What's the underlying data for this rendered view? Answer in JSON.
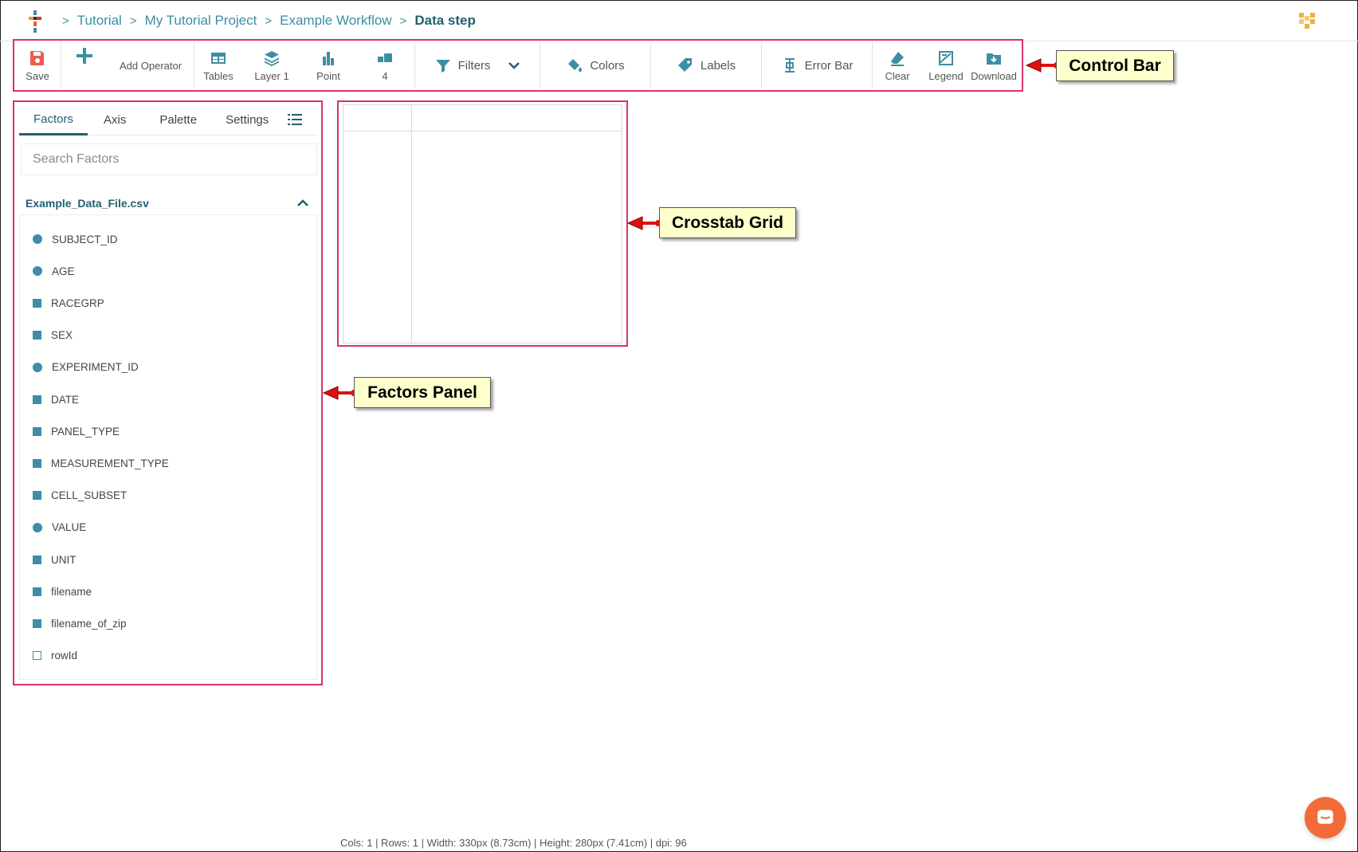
{
  "breadcrumb": {
    "separator": ">",
    "items": [
      "Tutorial",
      "My Tutorial Project",
      "Example Workflow"
    ],
    "current": "Data step"
  },
  "control_bar": {
    "save": "Save",
    "add_operator": "Add Operator",
    "tables": "Tables",
    "layer": "Layer 1",
    "point": "Point",
    "count": "4",
    "filters": "Filters",
    "colors": "Colors",
    "labels": "Labels",
    "error_bar": "Error Bar",
    "clear": "Clear",
    "legend": "Legend",
    "download": "Download"
  },
  "factors_panel": {
    "tabs": [
      "Factors",
      "Axis",
      "Palette",
      "Settings"
    ],
    "active_tab": "Factors",
    "search_placeholder": "Search Factors",
    "file_name": "Example_Data_File.csv",
    "factors": [
      {
        "name": "SUBJECT_ID",
        "marker": "circle"
      },
      {
        "name": "AGE",
        "marker": "circle"
      },
      {
        "name": "RACEGRP",
        "marker": "square"
      },
      {
        "name": "SEX",
        "marker": "square"
      },
      {
        "name": "EXPERIMENT_ID",
        "marker": "circle"
      },
      {
        "name": "DATE",
        "marker": "square"
      },
      {
        "name": "PANEL_TYPE",
        "marker": "square"
      },
      {
        "name": "MEASUREMENT_TYPE",
        "marker": "square"
      },
      {
        "name": "CELL_SUBSET",
        "marker": "square"
      },
      {
        "name": "VALUE",
        "marker": "circle"
      },
      {
        "name": "UNIT",
        "marker": "square"
      },
      {
        "name": "filename",
        "marker": "square"
      },
      {
        "name": "filename_of_zip",
        "marker": "square"
      },
      {
        "name": "rowId",
        "marker": "hollow-square"
      }
    ]
  },
  "callouts": {
    "control_bar": "Control Bar",
    "crosstab_grid": "Crosstab Grid",
    "factors_panel": "Factors Panel"
  },
  "status_bar": "Cols: 1 | Rows: 1 | Width: 330px (8.73cm) | Height: 280px (7.41cm) | dpi: 96",
  "colors": {
    "accent": "#3c8ea3",
    "accent_dark": "#23606f",
    "highlight_border": "#d6336c",
    "callout_bg": "#ffffcc",
    "save_icon": "#f05a4a",
    "chat_button": "#f36b39",
    "arrow": "#e01010"
  }
}
